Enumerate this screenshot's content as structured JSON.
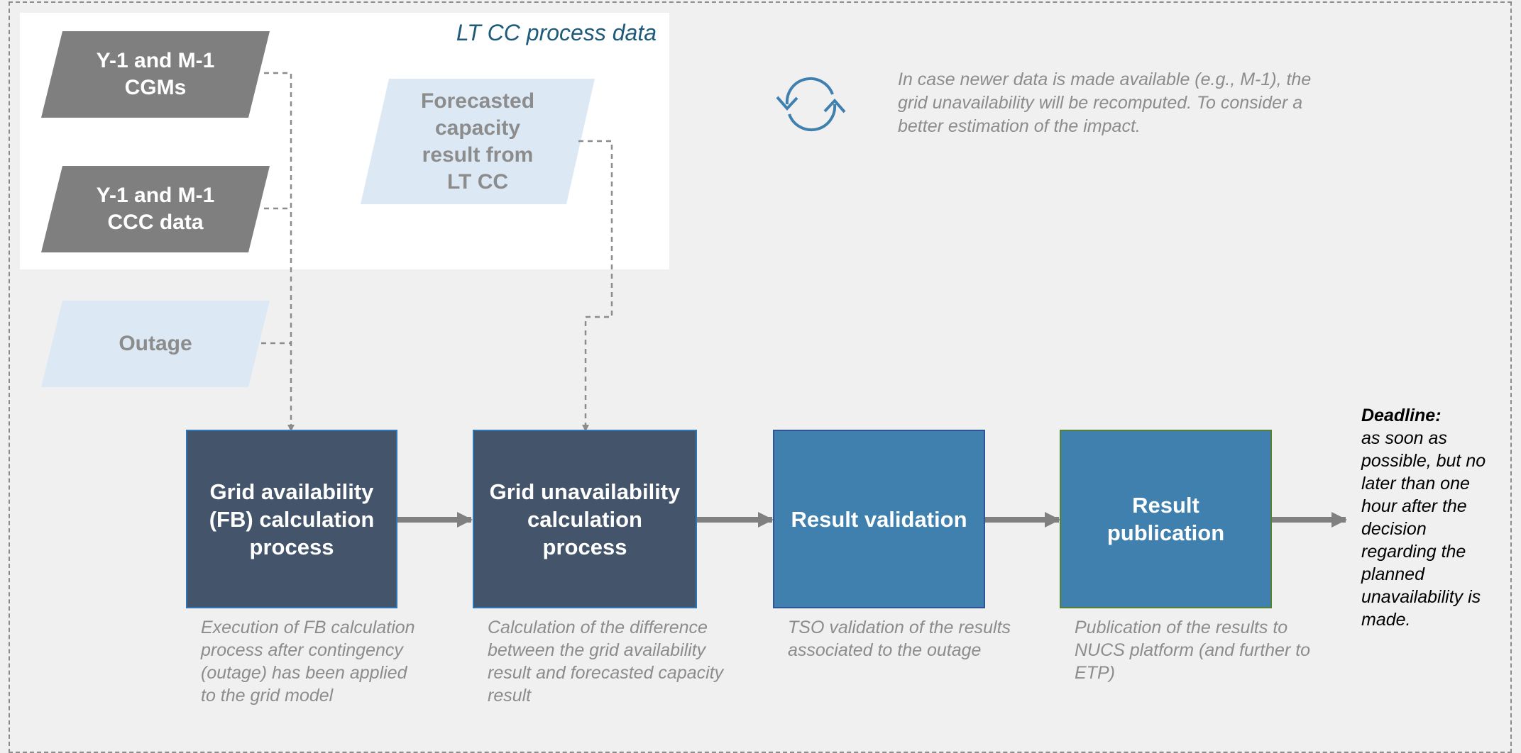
{
  "panel": {
    "title": "LT CC process data"
  },
  "inputs": {
    "cgms": "Y-1 and M-1\nCGMs",
    "ccc": "Y-1 and M-1\nCCC data",
    "outage": "Outage",
    "forecast": "Forecasted\ncapacity\nresult from\nLT CC"
  },
  "note": "In case newer data is made available (e.g., M-1), the grid unavailability will be recomputed. To consider a better estimation of the impact.",
  "steps": [
    {
      "label": "Grid availability\n(FB) calculation\nprocess",
      "description": "Execution of FB calculation process after contingency (outage) has been applied to the grid model"
    },
    {
      "label": "Grid unavailability\ncalculation\nprocess",
      "description": "Calculation of the difference between the grid availability result and forecasted capacity result"
    },
    {
      "label": "Result validation",
      "description": "TSO validation of the results associated to the outage"
    },
    {
      "label": "Result\npublication",
      "description": "Publication of the results to NUCS platform (and further to ETP)"
    }
  ],
  "deadline": {
    "title": "Deadline:",
    "text": "as soon as possible, but no later than one hour after the decision regarding the planned unavailability is made."
  },
  "colors": {
    "dark_input": "#7f7f7f",
    "light_input": "#dce9f5",
    "process_dark": "#44546a",
    "process_blue": "#4080af",
    "connector": "#8c8c8c",
    "arrow": "#808080",
    "refresh_icon": "#4080af"
  }
}
